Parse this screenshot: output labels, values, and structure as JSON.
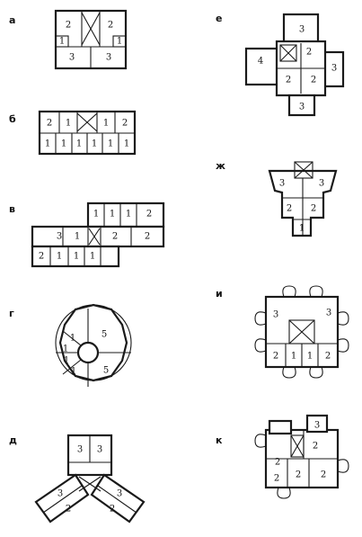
{
  "colors": {
    "line": "#1a1a1a",
    "background": "#ffffff"
  },
  "panels": [
    {
      "letter": "а",
      "rooms": [
        "2",
        "1",
        "1",
        "2",
        "3",
        "3"
      ]
    },
    {
      "letter": "б",
      "rooms": [
        "2",
        "1",
        "1",
        "2",
        "1",
        "1",
        "1",
        "1",
        "1",
        "1"
      ]
    },
    {
      "letter": "в",
      "rooms": [
        "1",
        "1",
        "1",
        "2",
        "3",
        "1",
        "2",
        "2",
        "2",
        "1",
        "1",
        "1"
      ]
    },
    {
      "letter": "г",
      "rooms": [
        "5",
        "1",
        "1",
        "1",
        "1",
        "5"
      ]
    },
    {
      "letter": "д",
      "rooms": [
        "3",
        "3",
        "3",
        "2",
        "3",
        "2"
      ]
    },
    {
      "letter": "е",
      "rooms": [
        "3",
        "2",
        "4",
        "2",
        "2",
        "3",
        "3"
      ]
    },
    {
      "letter": "ж",
      "rooms": [
        "3",
        "3",
        "2",
        "2",
        "1"
      ]
    },
    {
      "letter": "и",
      "rooms": [
        "3",
        "3",
        "2",
        "1",
        "1",
        "2"
      ]
    },
    {
      "letter": "к",
      "rooms": [
        "3",
        "2",
        "2",
        "2",
        "2",
        "2"
      ]
    }
  ]
}
